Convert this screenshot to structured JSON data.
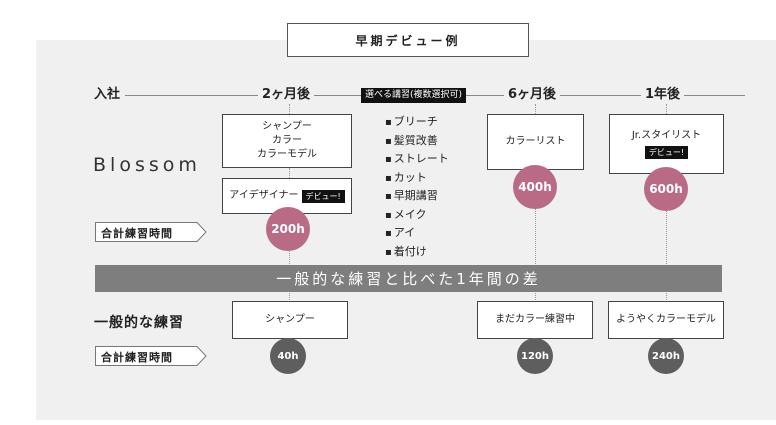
{
  "title": "早期デビュー例",
  "milestones": {
    "start": "入社",
    "m2": "2ヶ月後",
    "m6": "6ヶ月後",
    "y1": "1年後"
  },
  "course_header": "選べる講習(複数選択可)",
  "courses": [
    "ブリーチ",
    "髪質改善",
    "ストレート",
    "カット",
    "早期講習",
    "メイク",
    "アイ",
    "着付け"
  ],
  "blossom": {
    "label": "Blossom",
    "m2_lines": [
      "シャンプー",
      "カラー",
      "カラーモデル"
    ],
    "m2_sub": "アイデザイナー",
    "m2_sub_badge": "デビュー!",
    "m6": "カラーリスト",
    "y1": "Jr.スタイリスト",
    "y1_badge": "デビュー!",
    "hours": {
      "m2": "200h",
      "m6": "400h",
      "y1": "600h"
    }
  },
  "total_label": "合計練習時間",
  "banner": "一般的な練習と比べた1年間の差",
  "general": {
    "label": "一般的な練習",
    "m2": "シャンプー",
    "m6": "まだカラー練習中",
    "y1": "ようやくカラーモデル",
    "hours": {
      "m2": "40h",
      "m6": "120h",
      "y1": "240h"
    }
  },
  "colors": {
    "pink": "#b96b86",
    "dark": "#5e5e5e",
    "banner": "#7e7e7e"
  }
}
